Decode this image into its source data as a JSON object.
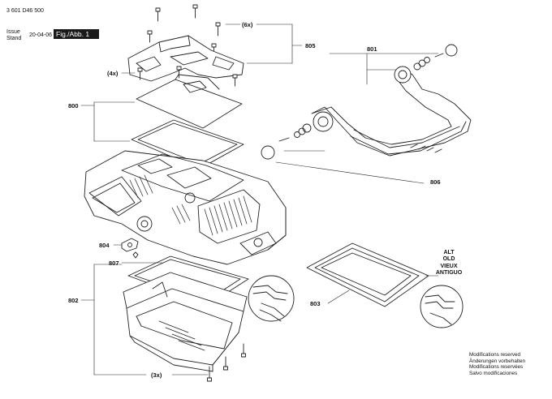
{
  "header": {
    "part_number": "3 601 D46 500",
    "issue_label_en": "Issue",
    "issue_label_de": "Stand",
    "issue_date": "20-04-06",
    "figure_label": "Fig./Abb. 1"
  },
  "callouts": {
    "c805": "805",
    "qty6": "(6x)",
    "qty4": "(4x)",
    "c800": "800",
    "c801": "801",
    "c806": "806",
    "c804": "804",
    "c807": "807",
    "c802": "802",
    "c803": "803",
    "qty3": "(3x)"
  },
  "variant_label": [
    "ALT",
    "OLD",
    "VIEUX",
    "ANTIGUO"
  ],
  "footnote": [
    "Modifications reserved",
    "Änderungen vorbehalten",
    "Modifications reservées",
    "Salvo modificaciones"
  ]
}
